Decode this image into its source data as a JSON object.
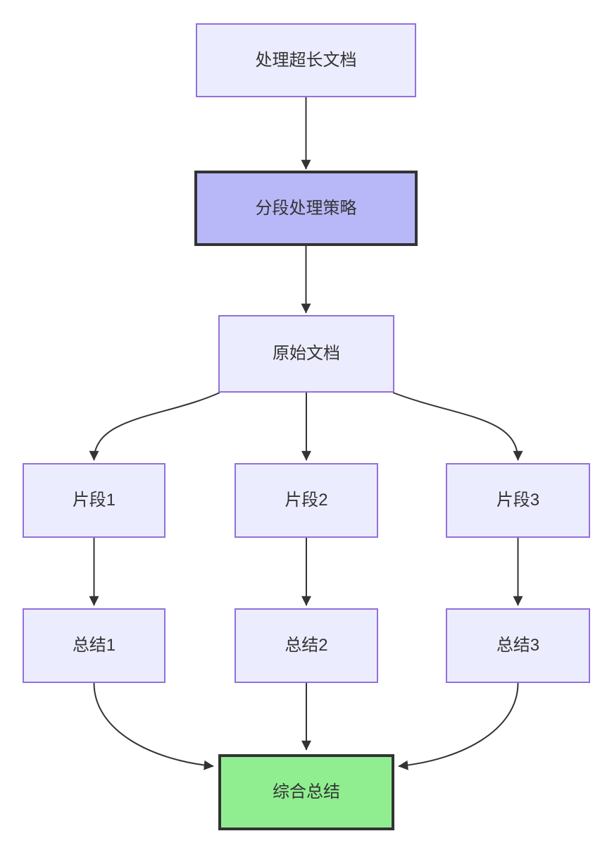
{
  "diagram": {
    "type": "flowchart",
    "direction": "top-down",
    "nodes": [
      {
        "id": "A",
        "label": "处理超长文档",
        "style": "default"
      },
      {
        "id": "B",
        "label": "分段处理策略",
        "style": "emphasis"
      },
      {
        "id": "C",
        "label": "原始文档",
        "style": "default"
      },
      {
        "id": "D1",
        "label": "片段1",
        "style": "default"
      },
      {
        "id": "D2",
        "label": "片段2",
        "style": "default"
      },
      {
        "id": "D3",
        "label": "片段3",
        "style": "default"
      },
      {
        "id": "E1",
        "label": "总结1",
        "style": "default"
      },
      {
        "id": "E2",
        "label": "总结2",
        "style": "default"
      },
      {
        "id": "E3",
        "label": "总结3",
        "style": "default"
      },
      {
        "id": "F",
        "label": "综合总结",
        "style": "result"
      }
    ],
    "edges": [
      {
        "from": "处理超长文档",
        "to": "分段处理策略"
      },
      {
        "from": "分段处理策略",
        "to": "原始文档"
      },
      {
        "from": "原始文档",
        "to": "片段1"
      },
      {
        "from": "原始文档",
        "to": "片段2"
      },
      {
        "from": "原始文档",
        "to": "片段3"
      },
      {
        "from": "片段1",
        "to": "总结1"
      },
      {
        "from": "片段2",
        "to": "总结2"
      },
      {
        "from": "片段3",
        "to": "总结3"
      },
      {
        "from": "总结1",
        "to": "综合总结"
      },
      {
        "from": "总结2",
        "to": "综合总结"
      },
      {
        "from": "总结3",
        "to": "综合总结"
      }
    ],
    "colors": {
      "node_fill": "#ECECFF",
      "node_border": "#9370DB",
      "emphasis_fill": "#B8B8F8",
      "emphasis_border": "#333333",
      "result_fill": "#90EE90",
      "result_border": "#333333",
      "edge": "#333333",
      "text": "#333333",
      "background": "#FFFFFF"
    }
  }
}
